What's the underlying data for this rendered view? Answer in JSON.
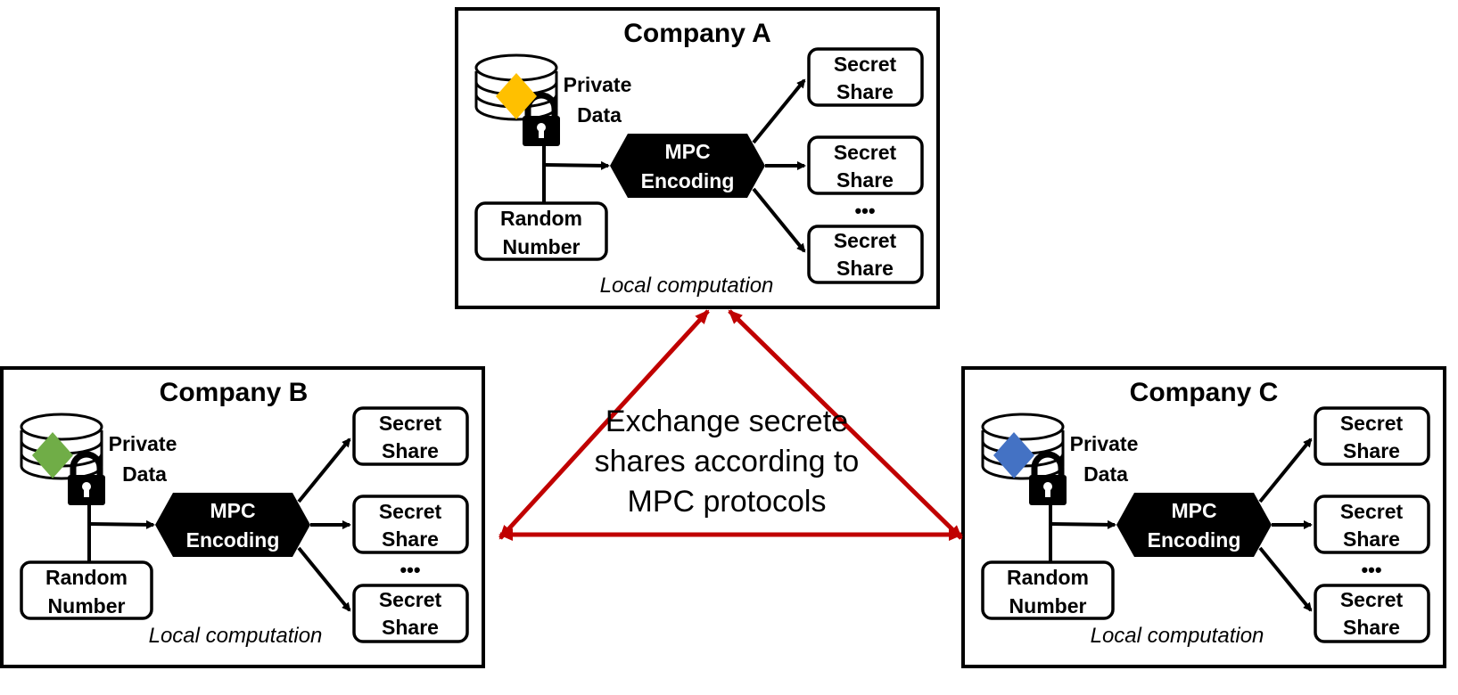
{
  "companies": [
    {
      "title": "Company A",
      "private_data_line1": "Private",
      "private_data_line2": "Data",
      "random_line1": "Random",
      "random_line2": "Number",
      "mpc_line1": "MPC",
      "mpc_line2": "Encoding",
      "share_line1": "Secret",
      "share_line2": "Share",
      "ellipsis": "•••",
      "footer": "Local computation",
      "diamond_color": "#ffc000"
    },
    {
      "title": "Company B",
      "private_data_line1": "Private",
      "private_data_line2": "Data",
      "random_line1": "Random",
      "random_line2": "Number",
      "mpc_line1": "MPC",
      "mpc_line2": "Encoding",
      "share_line1": "Secret",
      "share_line2": "Share",
      "ellipsis": "•••",
      "footer": "Local computation",
      "diamond_color": "#70ad47"
    },
    {
      "title": "Company C",
      "private_data_line1": "Private",
      "private_data_line2": "Data",
      "random_line1": "Random",
      "random_line2": "Number",
      "mpc_line1": "MPC",
      "mpc_line2": "Encoding",
      "share_line1": "Secret",
      "share_line2": "Share",
      "ellipsis": "•••",
      "footer": "Local computation",
      "diamond_color": "#4472c4"
    }
  ],
  "exchange": {
    "line1": "Exchange secrete",
    "line2": "shares  according to",
    "line3": "MPC protocols",
    "arrow_color": "#c00000"
  }
}
